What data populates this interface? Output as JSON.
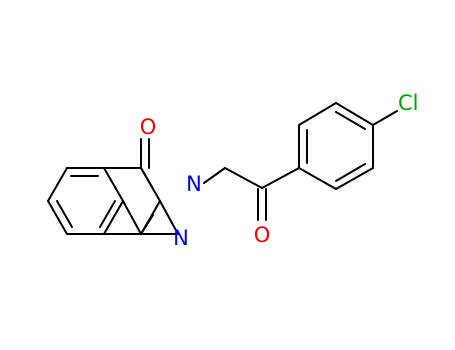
{
  "molecule": {
    "atoms": {
      "o_ketone_ring": {
        "symbol": "O",
        "color": "#ff0000"
      },
      "n_ring_substituted": {
        "symbol": "N",
        "color": "#0000ff"
      },
      "n_ring_imine": {
        "symbol": "N",
        "color": "#0000ff"
      },
      "o_acetyl": {
        "symbol": "O",
        "color": "#ff0000"
      },
      "cl_para": {
        "symbol": "Cl",
        "color": "#00aa00"
      }
    },
    "bond_color": "#000000"
  }
}
